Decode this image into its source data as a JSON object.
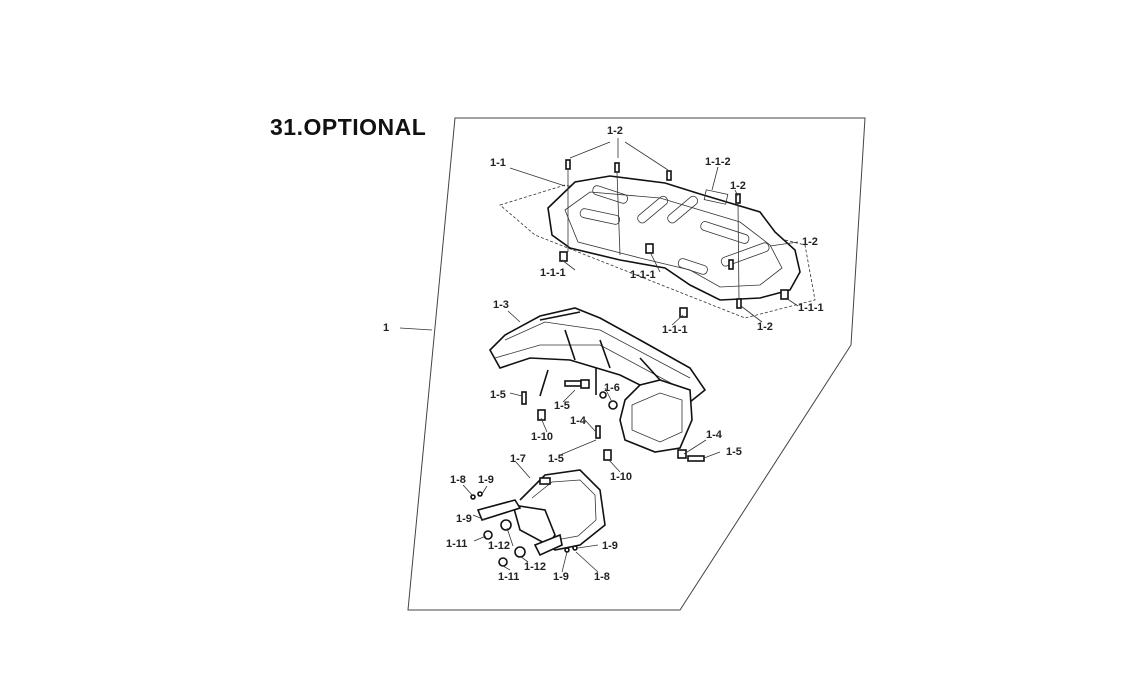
{
  "title": "31.OPTIONAL",
  "labels": {
    "l1": "1",
    "l1_1": "1-1",
    "l1_2a": "1-2",
    "l1_1_2": "1-1-2",
    "l1_2b": "1-2",
    "l1_2c": "1-2",
    "l1_2d": "1-2",
    "l1_1_1a": "1-1-1",
    "l1_1_1b": "1-1-1",
    "l1_1_1c": "1-1-1",
    "l1_1_1d": "1-1-1",
    "l1_3": "1-3",
    "l1_5a": "1-5",
    "l1_5b": "1-5",
    "l1_6": "1-6",
    "l1_10a": "1-10",
    "l1_4a": "1-4",
    "l1_5c": "1-5",
    "l1_10b": "1-10",
    "l1_4b": "1-4",
    "l1_5d": "1-5",
    "l1_7": "1-7",
    "l1_8a": "1-8",
    "l1_9a": "1-9",
    "l1_9b": "1-9",
    "l1_11a": "1-11",
    "l1_12a": "1-12",
    "l1_12b": "1-12",
    "l1_11b": "1-11",
    "l1_9c": "1-9",
    "l1_9d": "1-9",
    "l1_8b": "1-8"
  }
}
